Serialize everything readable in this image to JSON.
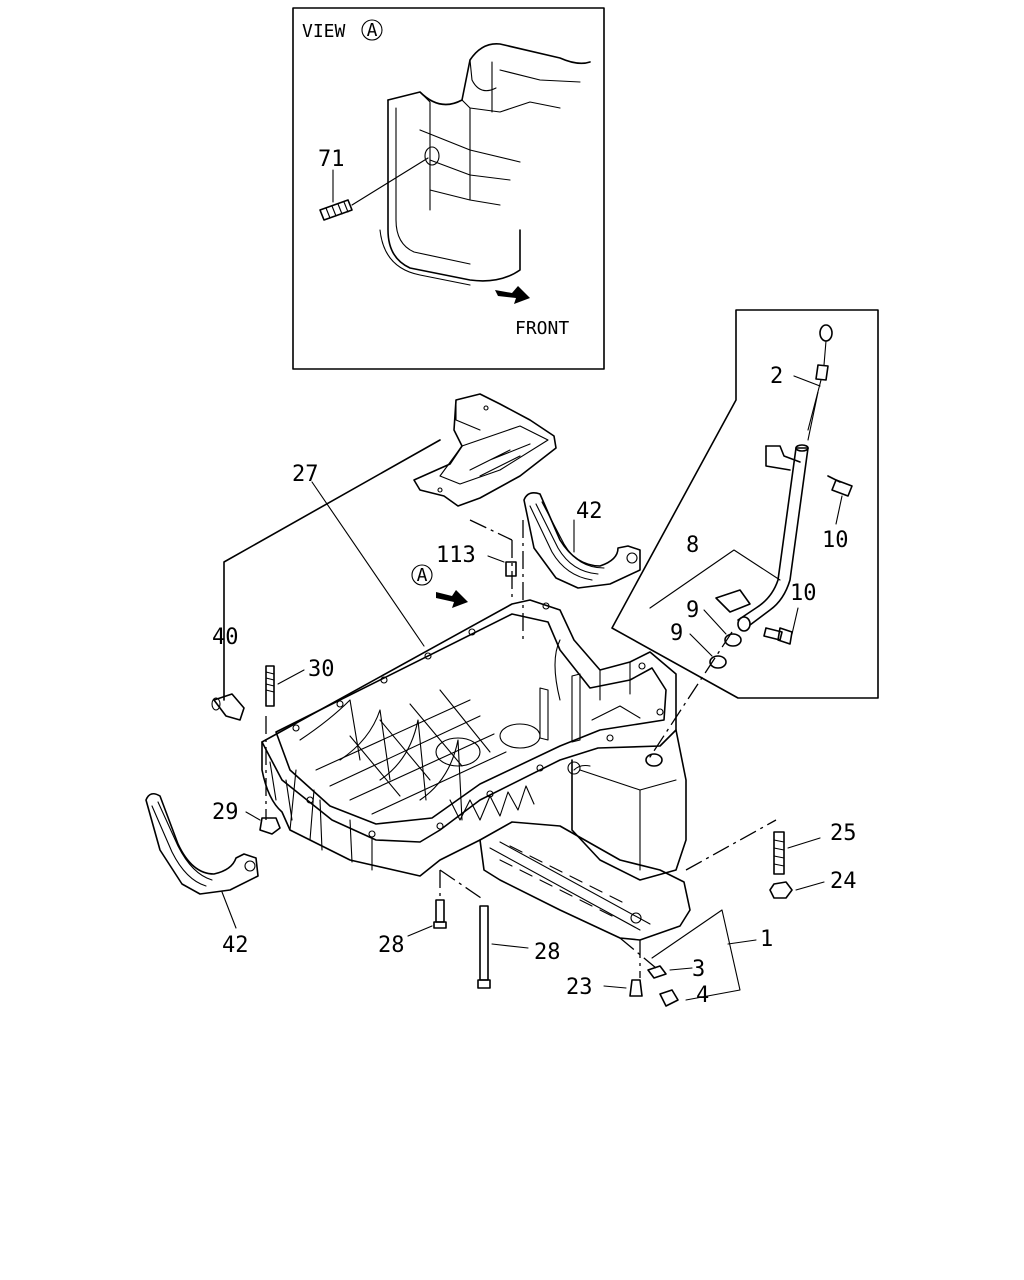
{
  "view_box": {
    "title": "VIEW",
    "marker": "A",
    "front_label": "FRONT",
    "part_label": "71"
  },
  "main_view": {
    "marker": "A"
  },
  "callouts": {
    "c1": "1",
    "c2": "2",
    "c3": "3",
    "c4": "4",
    "c8": "8",
    "c9a": "9",
    "c9b": "9",
    "c10a": "10",
    "c10b": "10",
    "c23": "23",
    "c24": "24",
    "c25": "25",
    "c27": "27",
    "c28a": "28",
    "c28b": "28",
    "c29": "29",
    "c30": "30",
    "c40": "40",
    "c42a": "42",
    "c42b": "42",
    "c113": "113"
  }
}
